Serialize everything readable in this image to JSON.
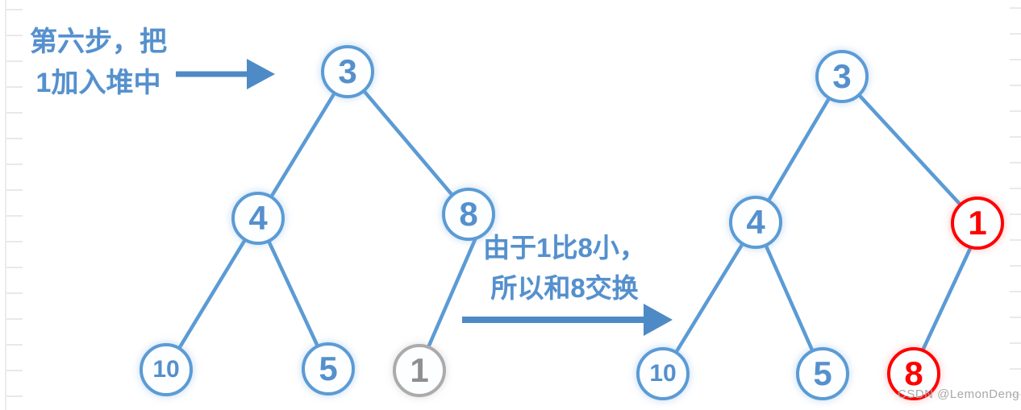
{
  "step_annotation": {
    "line1": "第六步，把",
    "line2": "1加入堆中"
  },
  "swap_annotation": {
    "line1": "由于1比8小，",
    "line2": "所以和8交换"
  },
  "watermark": "CSDN @LemonDeng",
  "trees": {
    "before": {
      "description": "heap-before-swap",
      "nodes": [
        {
          "value": "3",
          "state": "normal"
        },
        {
          "value": "4",
          "state": "normal"
        },
        {
          "value": "8",
          "state": "normal"
        },
        {
          "value": "10",
          "state": "normal"
        },
        {
          "value": "5",
          "state": "normal"
        },
        {
          "value": "1",
          "state": "inserted-gray"
        }
      ],
      "edges": [
        "3-4",
        "3-8",
        "4-10",
        "4-5",
        "8-1"
      ]
    },
    "after": {
      "description": "heap-after-swap",
      "nodes": [
        {
          "value": "3",
          "state": "normal"
        },
        {
          "value": "4",
          "state": "normal"
        },
        {
          "value": "1",
          "state": "swapped-red"
        },
        {
          "value": "10",
          "state": "normal"
        },
        {
          "value": "5",
          "state": "normal"
        },
        {
          "value": "8",
          "state": "swapped-red"
        }
      ],
      "edges": [
        "3-4",
        "3-1",
        "4-10",
        "4-5",
        "1-8"
      ]
    }
  },
  "colors": {
    "node_blue": "#5B9BD5",
    "node_red": "#FF0000",
    "node_gray": "#ABABAB",
    "edge_blue": "#5B9BD5",
    "annotation_blue": "#5590CD",
    "watermark_gray": "#A8A8A8"
  }
}
